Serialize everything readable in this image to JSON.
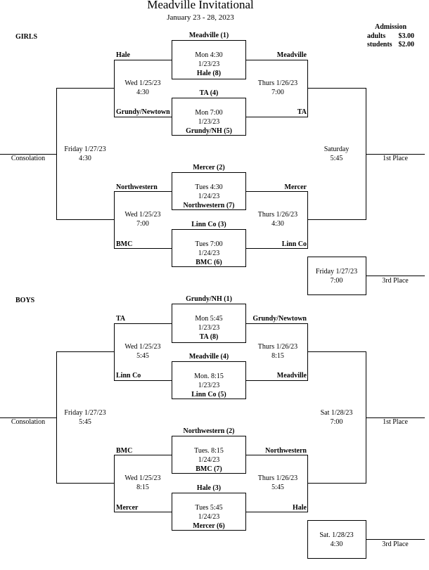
{
  "title": "Meadville Invitational",
  "dates": "January 23 - 28, 2023",
  "admission": {
    "heading": "Admission",
    "rows": [
      {
        "label": "adults",
        "price": "$3.00"
      },
      {
        "label": "students",
        "price": "$2.00"
      }
    ]
  },
  "girls": {
    "label": "GIRLS",
    "consolation": "Consolation",
    "first_place": "1st Place",
    "third_place": "3rd Place",
    "first_round": [
      {
        "top_team": "Meadville (1)",
        "time": "Mon 4:30",
        "date": "1/23/23",
        "bottom_team": "Hale (8)"
      },
      {
        "top_team": "TA  (4)",
        "time": "Mon 7:00",
        "date": "1/23/23",
        "bottom_team": "Grundy/NH (5)"
      },
      {
        "top_team": "Mercer (2)",
        "time": "Tues 4:30",
        "date": "1/24/23",
        "bottom_team": "Northwestern (7)"
      },
      {
        "top_team": "Linn Co (3)",
        "time": "Tues 7:00",
        "date": "1/24/23",
        "bottom_team": "BMC (6)"
      }
    ],
    "left_teams": [
      "Hale",
      "Grundy/Newtown",
      "Northwestern",
      "BMC"
    ],
    "right_teams": [
      "Meadville",
      "TA",
      "Mercer",
      "Linn Co"
    ],
    "left_semis": [
      {
        "date": "Wed 1/25/23",
        "time": "4:30"
      },
      {
        "date": "Wed 1/25/23",
        "time": "7:00"
      }
    ],
    "right_semis": [
      {
        "date": "Thurs 1/26/23",
        "time": "7:00"
      },
      {
        "date": "Thurs 1/26/23",
        "time": "4:30"
      }
    ],
    "consolation_final": {
      "date": "Friday 1/27/23",
      "time": "4:30"
    },
    "final": {
      "date": "Saturday",
      "time": "5:45"
    },
    "third_game": {
      "date": "Friday 1/27/23",
      "time": "7:00"
    }
  },
  "boys": {
    "label": "BOYS",
    "consolation": "Consolation",
    "first_place": "1st Place",
    "third_place": "3rd Place",
    "first_round": [
      {
        "top_team": "Grundy/NH (1)",
        "time": "Mon 5:45",
        "date": "1/23/23",
        "bottom_team": "TA (8)"
      },
      {
        "top_team": "Meadville (4)",
        "time": "Mon. 8:15",
        "date": "1/23/23",
        "bottom_team": "Linn Co (5)"
      },
      {
        "top_team": "Northwestern (2)",
        "time": "Tues. 8:15",
        "date": "1/24/23",
        "bottom_team": "BMC (7)"
      },
      {
        "top_team": "Hale (3)",
        "time": "Tues 5:45",
        "date": "1/24/23",
        "bottom_team": "Mercer (6)"
      }
    ],
    "left_teams": [
      "TA",
      "Linn Co",
      "BMC",
      "Mercer"
    ],
    "right_teams": [
      "Grundy/Newtown",
      "Meadville",
      "Northwestern",
      "Hale"
    ],
    "left_semis": [
      {
        "date": "Wed 1/25/23",
        "time": "5:45"
      },
      {
        "date": "Wed 1/25/23",
        "time": "8:15"
      }
    ],
    "right_semis": [
      {
        "date": "Thurs 1/26/23",
        "time": "8:15"
      },
      {
        "date": "Thurs 1/26/23",
        "time": "5:45"
      }
    ],
    "consolation_final": {
      "date": "Friday 1/27/23",
      "time": "5:45"
    },
    "final": {
      "date": "Sat 1/28/23",
      "time": "7:00"
    },
    "third_game": {
      "date": "Sat. 1/28/23",
      "time": "4:30"
    }
  }
}
